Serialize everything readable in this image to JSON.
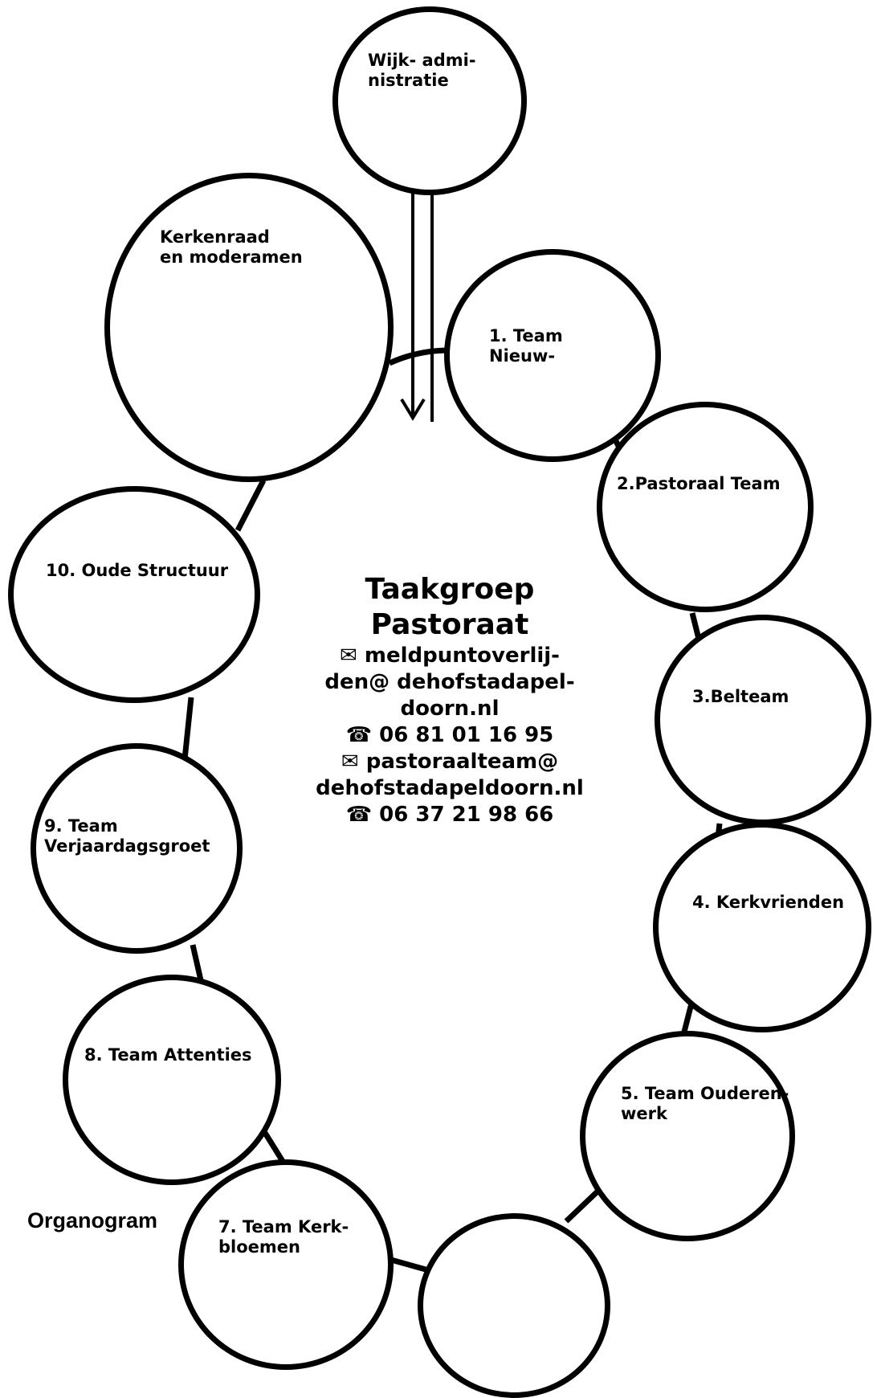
{
  "nodes": {
    "wijkadmin": "Wijk- admi-\nnistratie",
    "kerkenraad": "Kerkenraad\nen moderamen",
    "team1": "1. Team\nNieuw-",
    "team2": "2.Pastoraal Team",
    "team3": "3.Belteam",
    "team4": "4. Kerkvrienden",
    "team5": "5. Team  Ouderen-\nwerk",
    "team7": "7. Team Kerk-\nbloemen",
    "team8": "8. Team Attenties",
    "team9": "9. Team\nVerjaardagsgroet",
    "team10": "10.  Oude Structuur"
  },
  "center": {
    "title_line1": "Taakgroep",
    "title_line2": "Pastoraat",
    "email1_icon": "✉",
    "email1_line1": "meldpuntoverlij-",
    "email1_line2": "den@ dehofstadapel-",
    "email1_line3": "doorn.nl",
    "phone1_icon": "☎",
    "phone1": "06 81 01 16 95",
    "email2_icon": "✉",
    "email2_line1": "pastoraalteam@",
    "email2_line2": "dehofstadapeldoorn.nl",
    "phone2_icon": "☎",
    "phone2": "06 37 21 98 66"
  },
  "footer": {
    "organogram": "Organogram"
  }
}
